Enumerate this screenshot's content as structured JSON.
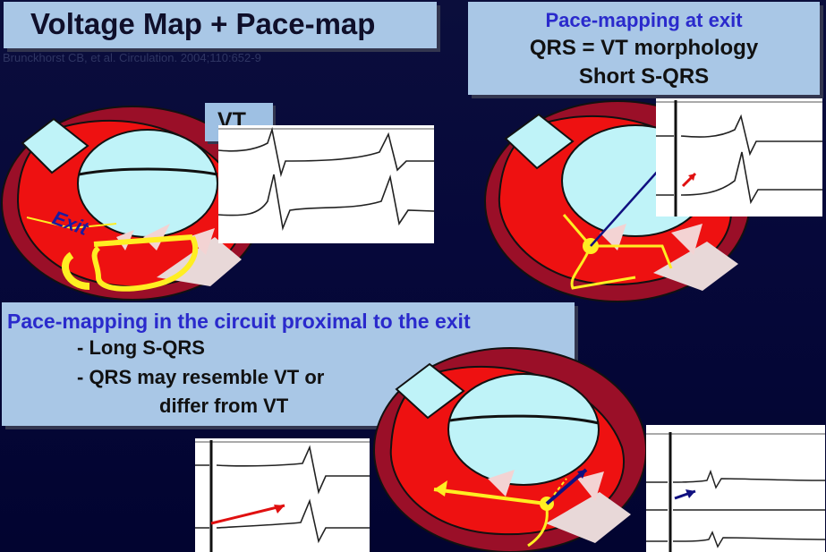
{
  "title": "Voltage Map + Pace-map",
  "citation": "Brunckhorst CB, et al. Circulation. 2004;110:652-9",
  "exit_panel": {
    "title": "Pace-mapping at exit",
    "line1": "QRS = VT morphology",
    "line2": "Short S-QRS"
  },
  "vt_label": "VT",
  "exit_label": "Exit",
  "proximal_panel": {
    "title": "Pace-mapping in the circuit proximal to the exit",
    "line1": "-  Long S-QRS",
    "line2": "-  QRS may resemble VT or",
    "line3": "differ from VT"
  },
  "colors": {
    "background": "#06083a",
    "text_box": "#a9c7e6",
    "heading_blue": "#2a2acc",
    "scar_red": "#ee1111",
    "myocardium": "#99102a",
    "valve": "#bff3f8",
    "circuit_yellow": "#ffee22"
  }
}
